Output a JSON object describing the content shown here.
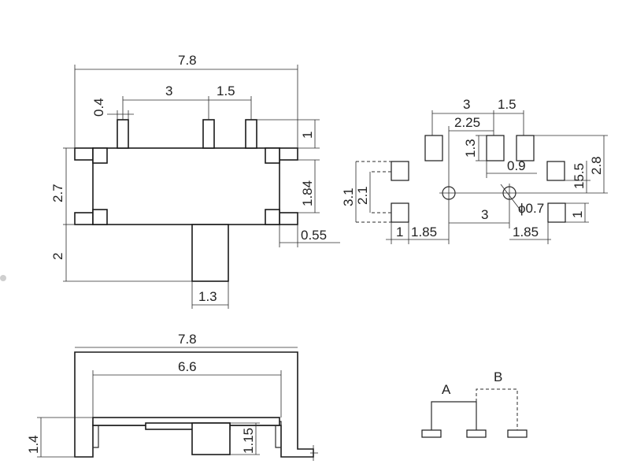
{
  "top_view": {
    "width": "7.8",
    "pin_width": "0.4",
    "pitch_a": "3",
    "pitch_b": "1.5",
    "pin_length": "1",
    "height": "2.7",
    "inner_height": "1.84",
    "actuator_length": "2",
    "actuator_width": "1.3",
    "tab_width": "0.55"
  },
  "footprint": {
    "pitch_a": "3",
    "pitch_b": "1.5",
    "pitch_c": "2.25",
    "pad_height": "1.3",
    "offset": "0.9",
    "dim_15_5": "15.5",
    "dim_2_8": "2.8",
    "dim_3_1": "3.1",
    "dim_2_1": "2.1",
    "hole_pitch": "3",
    "hole_dia": "ϕ0.7",
    "pad_w_right": "1",
    "pad_w_left": "1",
    "offset_left": "1.85",
    "offset_right": "1.85"
  },
  "side_view": {
    "width": "7.8",
    "inner_width": "6.6",
    "height": "1.4",
    "body_height": "1.15"
  },
  "schematic": {
    "label_a": "A",
    "label_b": "B"
  }
}
